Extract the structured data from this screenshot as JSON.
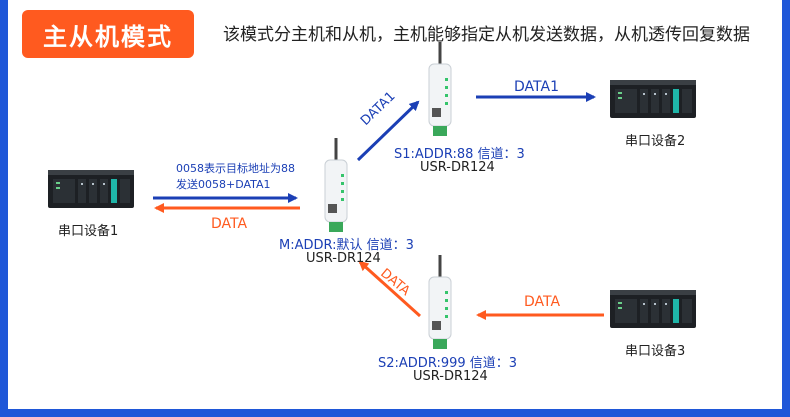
{
  "title": "主从机模式",
  "description": "该模式分主机和从机，主机能够指定从机发送数据，从机透传回复数据",
  "colors": {
    "brand_blue": "#1f57d8",
    "accent_orange": "#ff5a1f",
    "arrow_blue": "#1b3fb5"
  },
  "devices": {
    "serial1": "串口设备1",
    "serial2": "串口设备2",
    "serial3": "串口设备3"
  },
  "master": {
    "addr": "M:ADDR:默认 信道：3",
    "model": "USR-DR124"
  },
  "slave1": {
    "addr": "S1:ADDR:88 信道：3",
    "model": "USR-DR124"
  },
  "slave2": {
    "addr": "S2:ADDR:999 信道：3",
    "model": "USR-DR124"
  },
  "links": {
    "to_master_line1": "0058表示目标地址为88",
    "to_master_line2": "发送0058+DATA1",
    "from_master": "DATA",
    "master_to_s1": "DATA1",
    "s1_to_serial2": "DATA1",
    "s2_to_master": "DATA",
    "serial3_to_s2": "DATA"
  }
}
